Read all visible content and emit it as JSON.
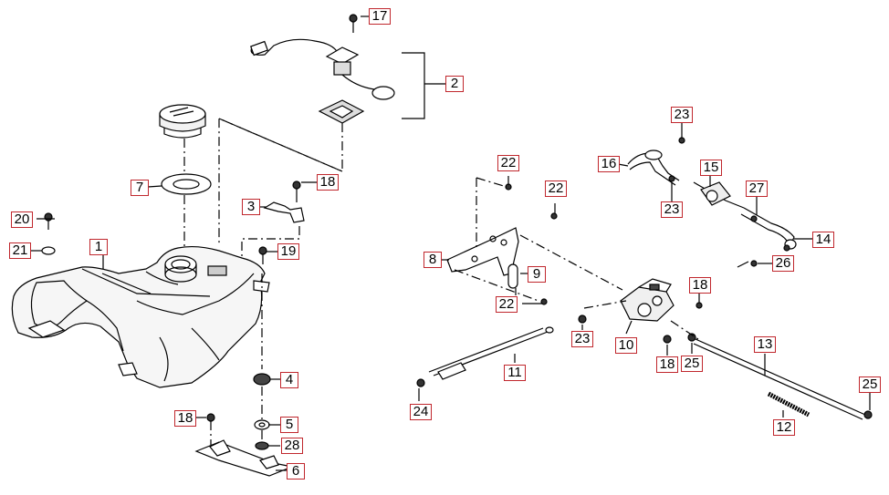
{
  "figure": {
    "type": "exploded parts diagram",
    "label_box_color": "#c0272d",
    "line_color": "#000000",
    "callouts": [
      {
        "id": "c1",
        "text": "1"
      },
      {
        "id": "c2",
        "text": "2"
      },
      {
        "id": "c3",
        "text": "3"
      },
      {
        "id": "c4",
        "text": "4"
      },
      {
        "id": "c5",
        "text": "5"
      },
      {
        "id": "c6",
        "text": "6"
      },
      {
        "id": "c7",
        "text": "7"
      },
      {
        "id": "c8",
        "text": "8"
      },
      {
        "id": "c9",
        "text": "9"
      },
      {
        "id": "c10",
        "text": "10"
      },
      {
        "id": "c11",
        "text": "11"
      },
      {
        "id": "c12",
        "text": "12"
      },
      {
        "id": "c13",
        "text": "13"
      },
      {
        "id": "c14",
        "text": "14"
      },
      {
        "id": "c15",
        "text": "15"
      },
      {
        "id": "c16",
        "text": "16"
      },
      {
        "id": "c17",
        "text": "17"
      },
      {
        "id": "c18a",
        "text": "18"
      },
      {
        "id": "c18b",
        "text": "18"
      },
      {
        "id": "c18c",
        "text": "18"
      },
      {
        "id": "c18d",
        "text": "18"
      },
      {
        "id": "c19",
        "text": "19"
      },
      {
        "id": "c20",
        "text": "20"
      },
      {
        "id": "c21",
        "text": "21"
      },
      {
        "id": "c22a",
        "text": "22"
      },
      {
        "id": "c22b",
        "text": "22"
      },
      {
        "id": "c22c",
        "text": "22"
      },
      {
        "id": "c23a",
        "text": "23"
      },
      {
        "id": "c23b",
        "text": "23"
      },
      {
        "id": "c23c",
        "text": "23"
      },
      {
        "id": "c24",
        "text": "24"
      },
      {
        "id": "c25a",
        "text": "25"
      },
      {
        "id": "c25b",
        "text": "25"
      },
      {
        "id": "c26",
        "text": "26"
      },
      {
        "id": "c27",
        "text": "27"
      },
      {
        "id": "c28",
        "text": "28"
      }
    ]
  }
}
